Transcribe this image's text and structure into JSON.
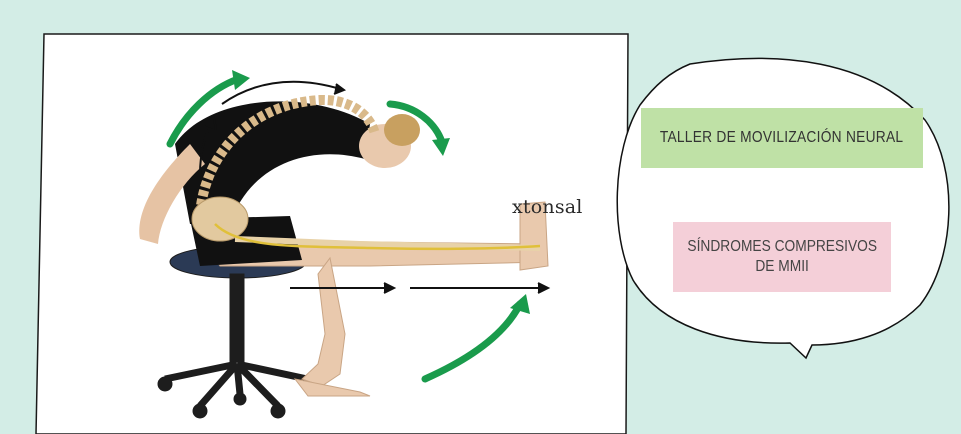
{
  "background_color": "#d3ede6",
  "photo": {
    "watermark": "xtonsal",
    "arrow_color": "#1a9b4c"
  },
  "bubble": {
    "title": "TALLER DE MOVILIZACIÓN NEURAL",
    "title_bg": "#bfe1a6",
    "subtitle_line1": "SÍNDROMES COMPRESIVOS",
    "subtitle_line2": "DE MMII",
    "subtitle_bg": "#f4cfd8"
  }
}
